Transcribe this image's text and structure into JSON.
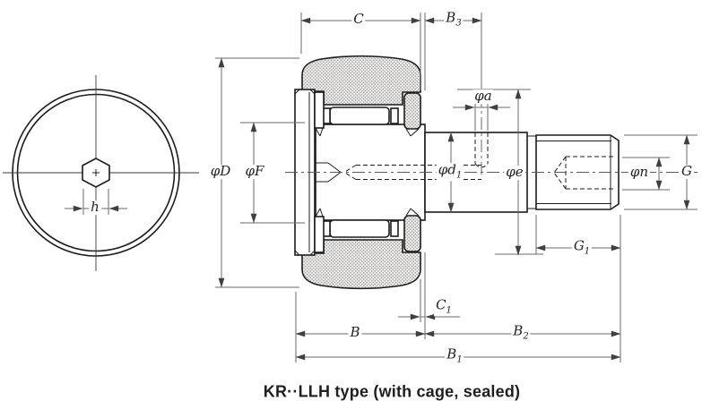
{
  "title": "KR··LLH type (with cage, sealed)",
  "dims": {
    "C": "C",
    "B3": {
      "base": "B",
      "sub": "3"
    },
    "phi_a": "φa",
    "phi_D": "φD",
    "phi_F": "φF",
    "phi_d1": {
      "base": "φd",
      "sub": "1"
    },
    "phi_e": "φe",
    "phi_n": "φn",
    "G": "G",
    "G1": {
      "base": "G",
      "sub": "1"
    },
    "C1": {
      "base": "C",
      "sub": "1"
    },
    "B": "B",
    "B2": {
      "base": "B",
      "sub": "2"
    },
    "B1": {
      "base": "B",
      "sub": "1"
    },
    "h": "h"
  },
  "colors": {
    "line": "#1c1c1c",
    "dimension": "#6a6a6a",
    "hatch_dot": "#8f8f8f",
    "hatch_bg": "#efeeec",
    "text": "#222222"
  }
}
